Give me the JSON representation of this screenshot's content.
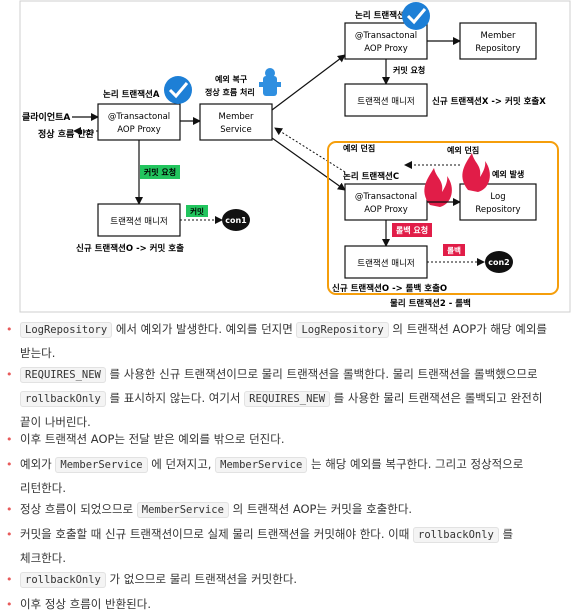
{
  "diagram": {
    "client": {
      "line1": "클라이언트A",
      "line2": "정상 흐름 반환"
    },
    "txA": {
      "label": "논리 트랜잭션A",
      "line1": "@Transactonal",
      "line2": "AOP Proxy"
    },
    "member_service": {
      "line1": "Member",
      "line2": "Service"
    },
    "recover": {
      "line1": "예외 복구",
      "line2": "정상 흐름 처리"
    },
    "txB": {
      "label": "논리 트랜잭션B",
      "line1": "@Transactonal",
      "line2": "AOP Proxy"
    },
    "member_repo": {
      "line1": "Member",
      "line2": "Repository"
    },
    "commit_request_b": "커밋 요청",
    "tm_b": "트랜잭션 매니저",
    "new_tx_x": "신규 트랜잭션X -> 커밋 호출X",
    "commit_request_a": "커밋 요청",
    "tm_a": "트랜잭션 매니저",
    "commit_tag": "커밋",
    "con1": "con1",
    "new_tx_o_commit": "신규 트랜잭션O -> 커밋 호출",
    "throw_left": "예외 던짐",
    "throw_right": "예외 던짐",
    "txC": {
      "label": "논리 트랜잭션C",
      "line1": "@Transactonal",
      "line2": "AOP Proxy"
    },
    "exception_occurs": "예외 발생",
    "log_repo": {
      "line1": "Log",
      "line2": "Repository"
    },
    "rollback_request": "롤백 요청",
    "tm_c": "트랜잭션 매니저",
    "rollback_tag": "롤백",
    "con2": "con2",
    "new_tx_o_rollback": "신규 트랜잭션O -> 롤백 호출O",
    "physical_tx2": "물리 트랜잭션2 - 롤백",
    "colors": {
      "green": "#22c55e",
      "red": "#e11d48",
      "orange": "#f59e0b",
      "blue": "#1d7fd6"
    }
  },
  "notes": [
    {
      "parts": [
        {
          "code": "LogRepository"
        },
        {
          "text": " 에서 예외가 발생한다. 예외를 던지면 "
        },
        {
          "code": "LogRepository"
        },
        {
          "text": " 의 트랜잭션 AOP가 해당 예외를"
        }
      ],
      "cont": "받는다."
    },
    {
      "parts": [
        {
          "code": "REQUIRES_NEW"
        },
        {
          "text": " 를 사용한 신규 트랜잭션이므로 물리 트랜잭션을 롤백한다. 물리 트랜잭션을 롤백했으므로"
        }
      ],
      "cont_parts": [
        {
          "code": "rollbackOnly"
        },
        {
          "text": " 를 표시하지 않는다. 여기서 "
        },
        {
          "code": "REQUIRES_NEW"
        },
        {
          "text": " 를 사용한 물리 트랜잭션은 롤백되고 완전히"
        }
      ],
      "cont": "끝이 나버린다."
    },
    {
      "parts": [
        {
          "text": "이후 트랜잭션 AOP는 전달 받은 예외를 밖으로 던진다."
        }
      ]
    },
    {
      "parts": [
        {
          "text": "예외가 "
        },
        {
          "code": "MemberService"
        },
        {
          "text": " 에 던져지고, "
        },
        {
          "code": "MemberService"
        },
        {
          "text": " 는 해당 예외를 복구한다. 그리고 정상적으로"
        }
      ],
      "cont": "리턴한다."
    },
    {
      "parts": [
        {
          "text": "정상 흐름이 되었으므로 "
        },
        {
          "code": "MemberService"
        },
        {
          "text": " 의 트랜잭션 AOP는 커밋을 호출한다."
        }
      ]
    },
    {
      "parts": [
        {
          "text": "커밋을 호출할 때 신규 트랜잭션이므로 실제 물리 트랜잭션을 커밋해야 한다. 이때 "
        },
        {
          "code": "rollbackOnly"
        },
        {
          "text": " 를"
        }
      ],
      "cont": "체크한다."
    },
    {
      "parts": [
        {
          "code": "rollbackOnly"
        },
        {
          "text": " 가 없으므로 물리 트랜잭션을 커밋한다."
        }
      ]
    },
    {
      "parts": [
        {
          "text": "이후 정상 흐름이 반환된다."
        }
      ]
    }
  ]
}
